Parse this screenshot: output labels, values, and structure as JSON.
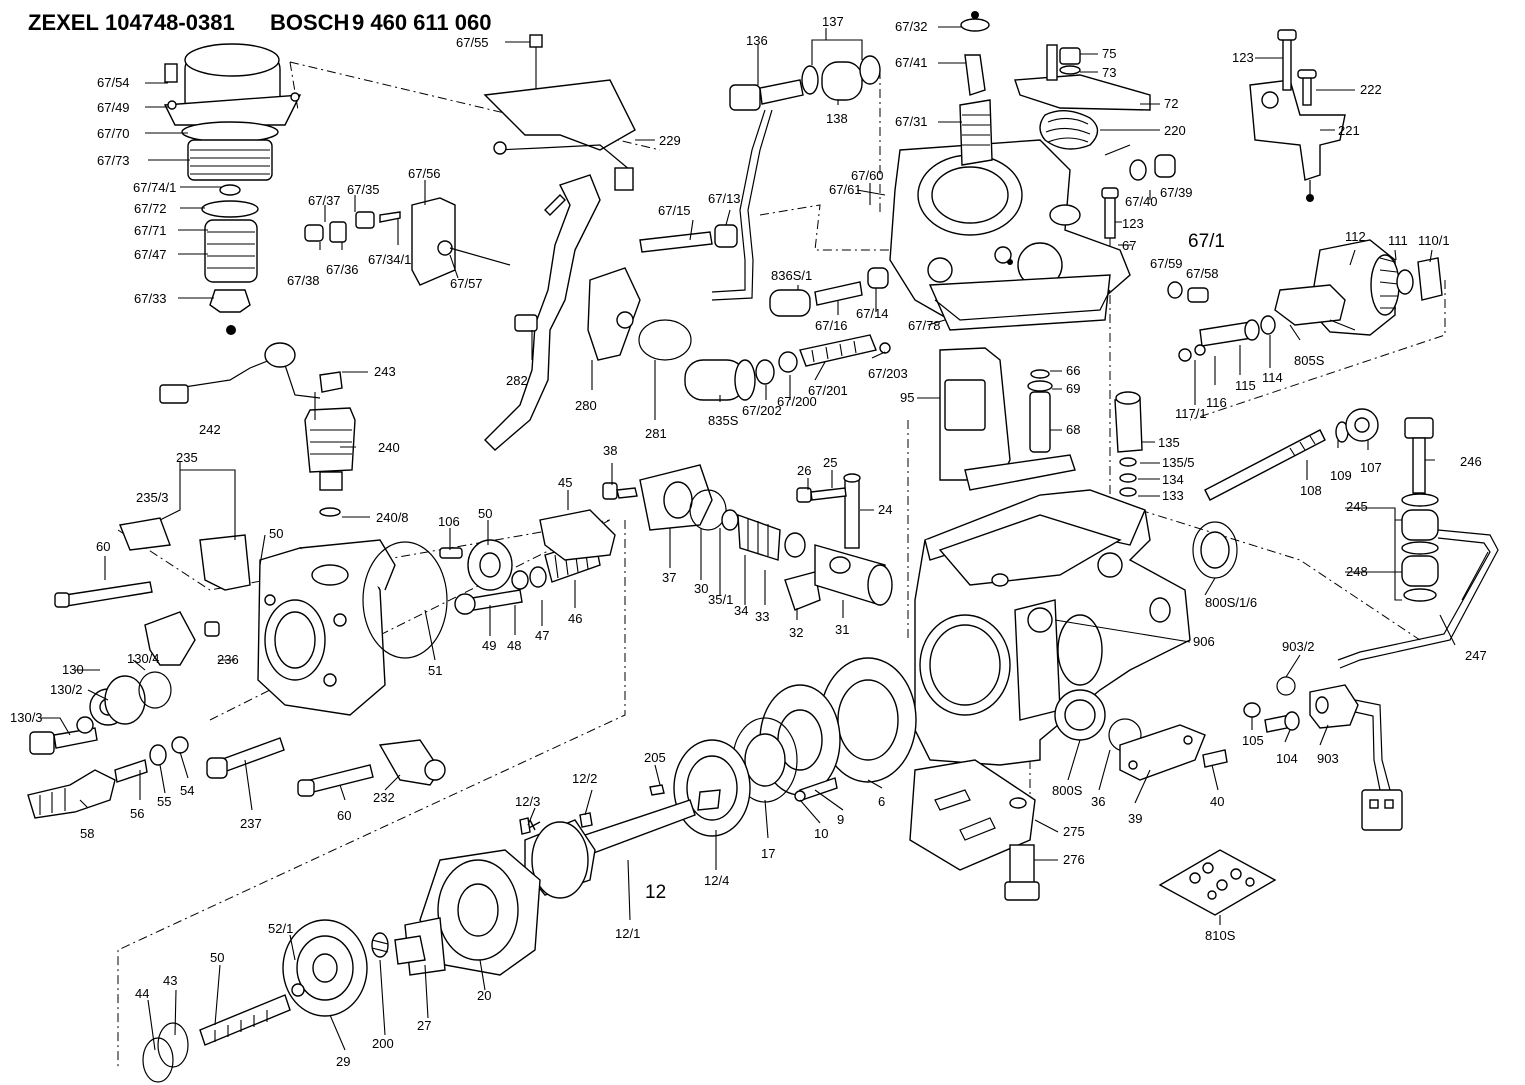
{
  "header": {
    "brand": "ZEXEL",
    "zexel_number": "104748-0381",
    "maker": "BOSCH",
    "bosch_number": "9 460 611 060"
  },
  "labels": [
    "67/54",
    "67/55",
    "67/49",
    "67/70",
    "67/73",
    "67/74/1",
    "67/72",
    "67/71",
    "67/47",
    "67/33",
    "67/37",
    "67/35",
    "67/56",
    "67/38",
    "67/36",
    "67/34/1",
    "67/57",
    "137",
    "136",
    "138",
    "67/32",
    "67/41",
    "67/31",
    "75",
    "73",
    "72",
    "220",
    "123",
    "222",
    "221",
    "229",
    "67/15",
    "67/13",
    "67/61",
    "67/60",
    "67/40",
    "67/39",
    "123",
    "67",
    "67/1",
    "67/59",
    "67/58",
    "836S/1",
    "67/16",
    "67/14",
    "67/78",
    "112",
    "111",
    "110/1",
    "282",
    "280",
    "281",
    "835S",
    "67/202",
    "67/200",
    "67/201",
    "67/203",
    "66",
    "69",
    "95",
    "68",
    "805S",
    "115",
    "114",
    "116",
    "117/1",
    "243",
    "242",
    "240",
    "240/8",
    "135",
    "135/5",
    "134",
    "133",
    "107",
    "109",
    "108",
    "246",
    "235",
    "235/3",
    "60",
    "50",
    "106",
    "50",
    "45",
    "38",
    "26",
    "25",
    "24",
    "245",
    "248",
    "37",
    "30",
    "35/1",
    "34",
    "33",
    "32",
    "31",
    "800S/1/6",
    "906",
    "236",
    "130/4",
    "130",
    "130/2",
    "130/3",
    "51",
    "49",
    "48",
    "47",
    "46",
    "903/2",
    "247",
    "105",
    "104",
    "903",
    "58",
    "56",
    "55",
    "54",
    "237",
    "232",
    "60",
    "205",
    "12/2",
    "12/3",
    "17",
    "10",
    "9",
    "6",
    "800S",
    "36",
    "39",
    "40",
    "275",
    "276",
    "12/4",
    "12",
    "12/1",
    "810S",
    "52/1",
    "50",
    "44",
    "43",
    "200",
    "27",
    "20",
    "29"
  ]
}
